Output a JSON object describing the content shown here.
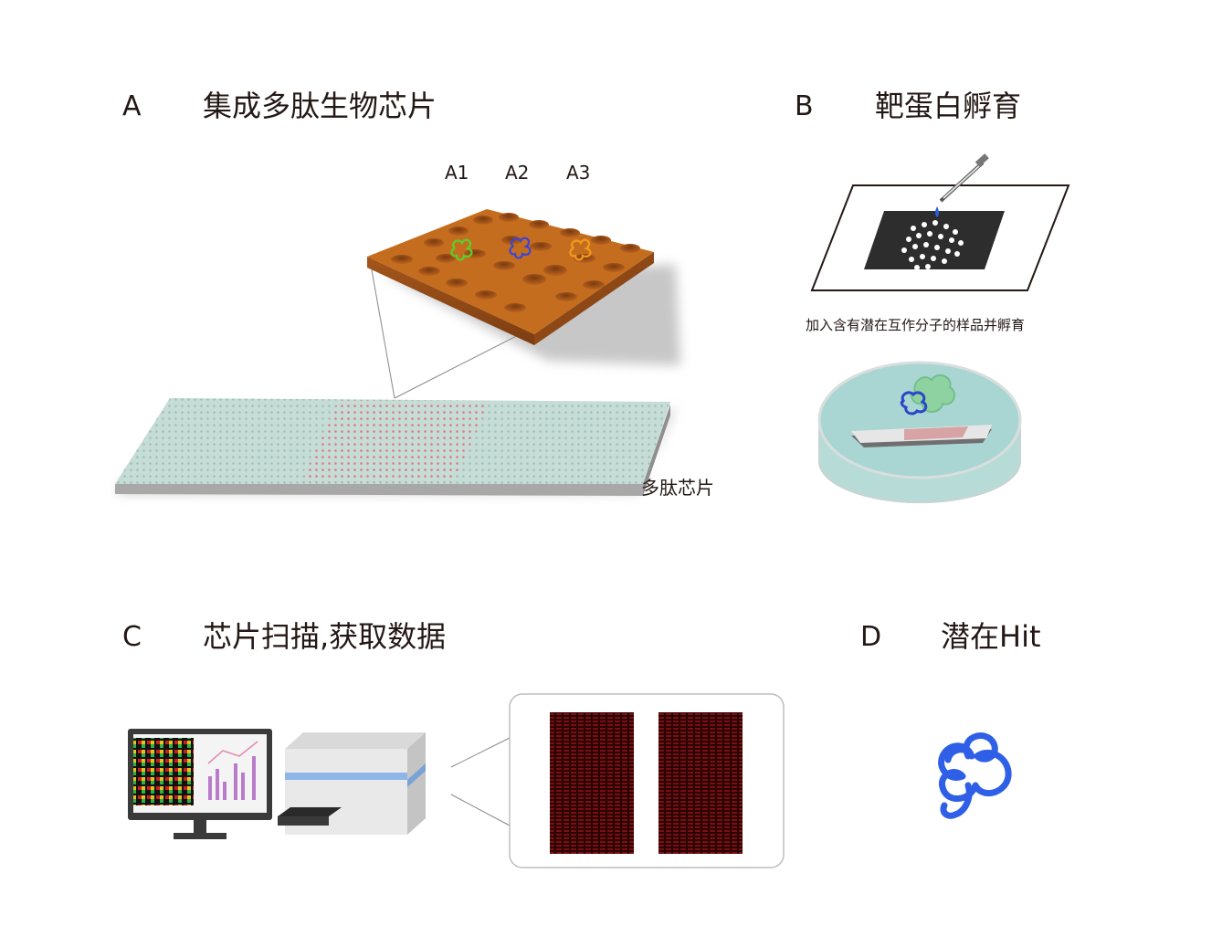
{
  "panels": {
    "a": {
      "letter": "A",
      "title": "集成多肽生物芯片",
      "wells": [
        "A1",
        "A2",
        "A3"
      ],
      "chip_label": "多肽芯片"
    },
    "b": {
      "letter": "B",
      "title": "靶蛋白孵育",
      "caption": "加入含有潜在互作分子的样品并孵育"
    },
    "c": {
      "letter": "C",
      "title": "芯片扫描,获取数据"
    },
    "d": {
      "letter": "D",
      "title": "潜在Hit"
    }
  },
  "colors": {
    "text": "#231815",
    "chip_surface": "#c6dcd6",
    "chip_spot": "#9fc0b9",
    "chip_highlight": "#e37b86",
    "zoom_surface": "#c56d1f",
    "peptide_green": "#58d12b",
    "peptide_blue": "#3a45d8",
    "peptide_orange": "#f29a1e",
    "hit_blue": "#2e5fe6",
    "dish_liquid": "#a9d6d2",
    "scan_red": "#7a0f12"
  },
  "icons": [
    "pipette-icon",
    "petri-dish-icon",
    "monitor-icon",
    "scanner-icon",
    "peptide-icon"
  ]
}
